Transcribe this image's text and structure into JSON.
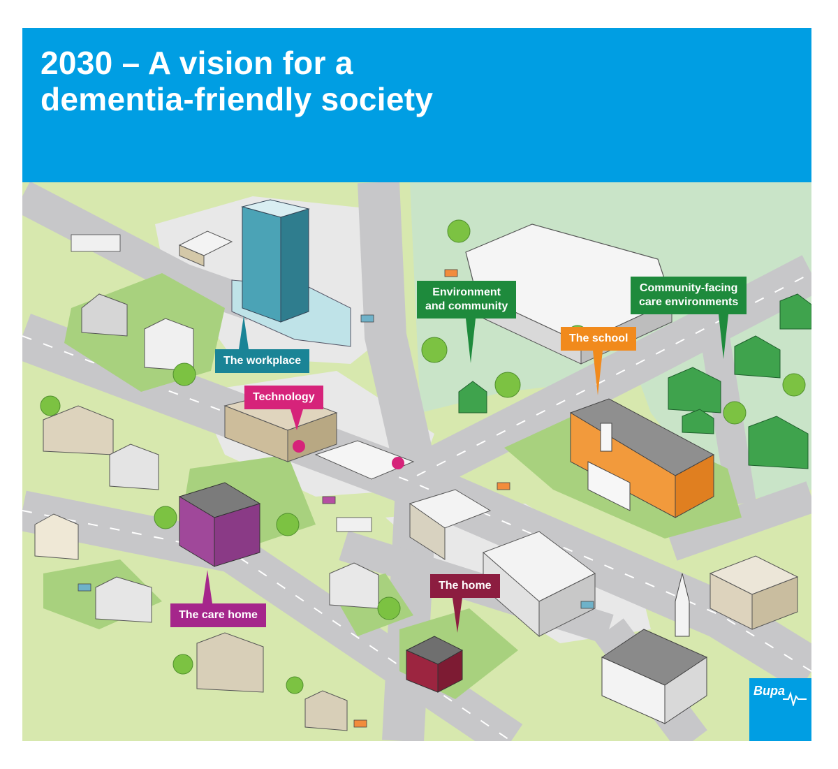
{
  "header": {
    "title_line1": "2030 – A vision for a",
    "title_line2": "dementia-friendly society",
    "background": "#009ee3"
  },
  "callouts": {
    "workplace": {
      "label": "The workplace",
      "color": "#1a8496"
    },
    "technology": {
      "label": "Technology",
      "color": "#d6237a"
    },
    "environment": {
      "line1": "Environment",
      "line2": "and community",
      "color": "#1e8a3c"
    },
    "school": {
      "label": "The school",
      "color": "#f18a1c"
    },
    "community_care": {
      "line1": "Community-facing",
      "line2": "care environments",
      "color": "#1e8a3c"
    },
    "care_home": {
      "label": "The care home",
      "color": "#a5268b"
    },
    "home": {
      "label": "The home",
      "color": "#8c1d40"
    }
  },
  "logo": {
    "text": "Bupa",
    "icon": "heartbeat-pulse-icon",
    "color": "#009ee3"
  },
  "colors": {
    "grass": "#d7e8ae",
    "lawn": "#a8d17e",
    "road": "#c7c7c9",
    "plaza": "#e8e8e8",
    "park": "#c9e4c8"
  }
}
